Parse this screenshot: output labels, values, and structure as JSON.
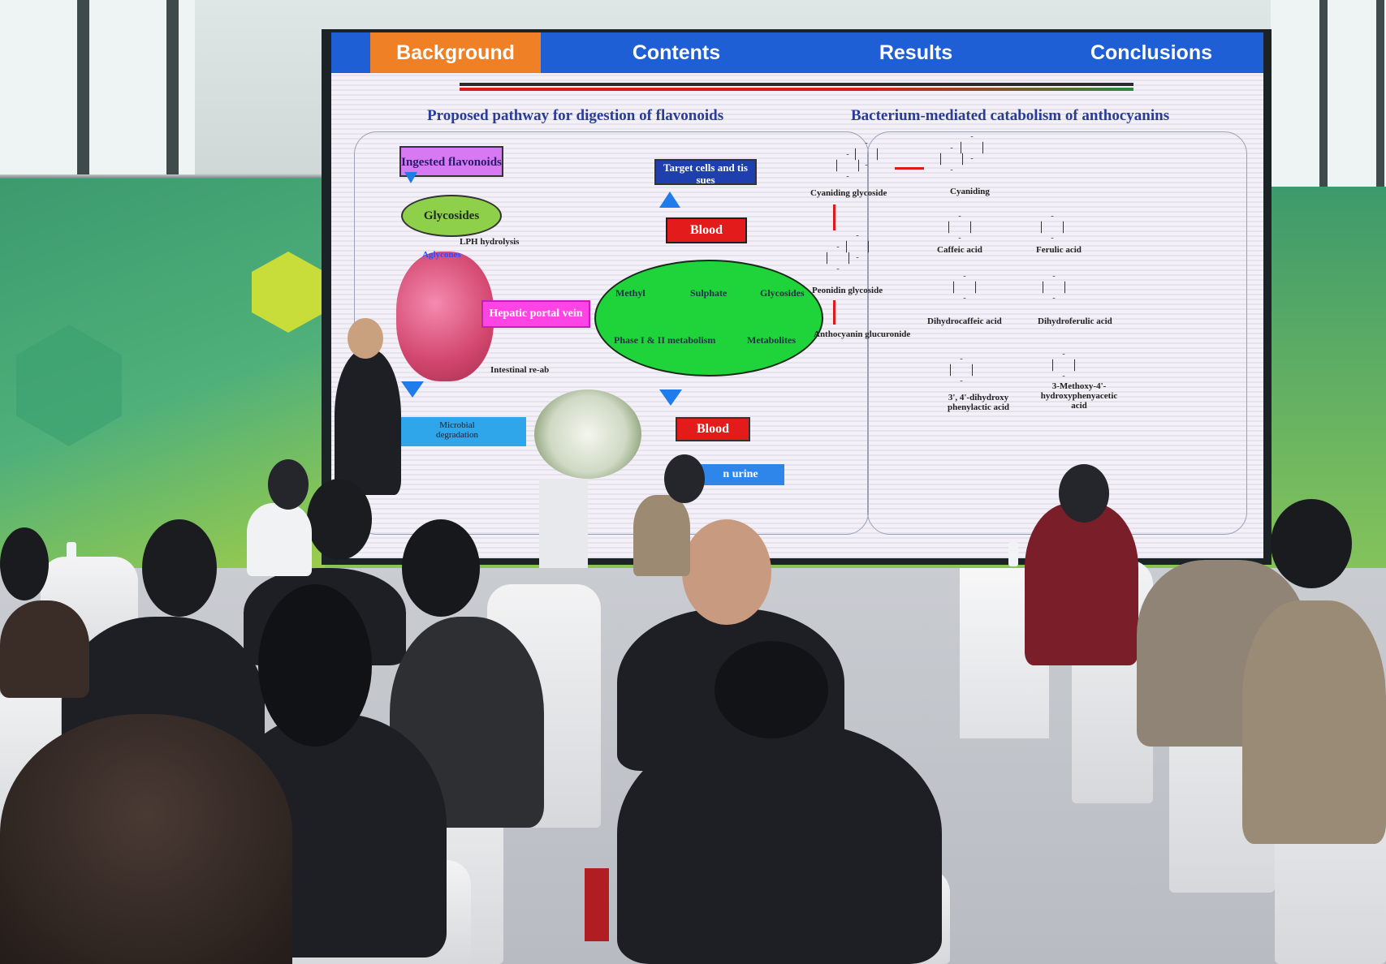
{
  "slide": {
    "nav_tabs": [
      "Background",
      "Contents",
      "Results",
      "Conclusions"
    ],
    "active_tab": "Background",
    "heading_left": "Proposed pathway for digestion of flavonoids",
    "heading_right": "Bacterium-mediated catabolism of anthocyanins",
    "left_diagram": {
      "ingested": "Ingested flavonoids",
      "glycosides": "Glycosides",
      "lph": "LPH hydrolysis",
      "aglycones": "Aglycones",
      "portal_vein": "Hepatic portal vein",
      "target": "Target cells and tis sues",
      "blood_top": "Blood",
      "methyl": "Methyl",
      "sulphate": "Sulphate",
      "glyc_ellipse": "Glycosides",
      "phase": "Phase I & II metabolism",
      "metabolites": "Metabolites",
      "blood_bottom": "Blood",
      "intestinal": "Intestinal re-ab",
      "microbial": "Microbial degradation",
      "urine": "n urine"
    },
    "right_diagram": {
      "cyaniding_glycoside": "Cyaniding glycoside",
      "cyaniding": "Cyaniding",
      "caffeic": "Caffeic acid",
      "ferulic": "Ferulic acid",
      "peonidin": "Peonidin glycoside",
      "dihydrocaffeic": "Dihydrocaffeic acid",
      "dihydroferulic": "Dihydroferulic acid",
      "anthocyanin": "Anthocyanin glucuronide",
      "dihydroxy": "3', 4'-dihydroxy phenylactic acid",
      "methoxy": "3-Methoxy-4'-hydroxyphenyacetic acid"
    }
  },
  "colors": {
    "nav_bar": "#1f5fd6",
    "active_tab": "#f08025",
    "heading": "#2a3c9a",
    "blood_box": "#e31b1b",
    "metabolism_ellipse": "#1fd43a",
    "portal_box": "#ff44e6",
    "ingested_box": "#d779f2"
  }
}
